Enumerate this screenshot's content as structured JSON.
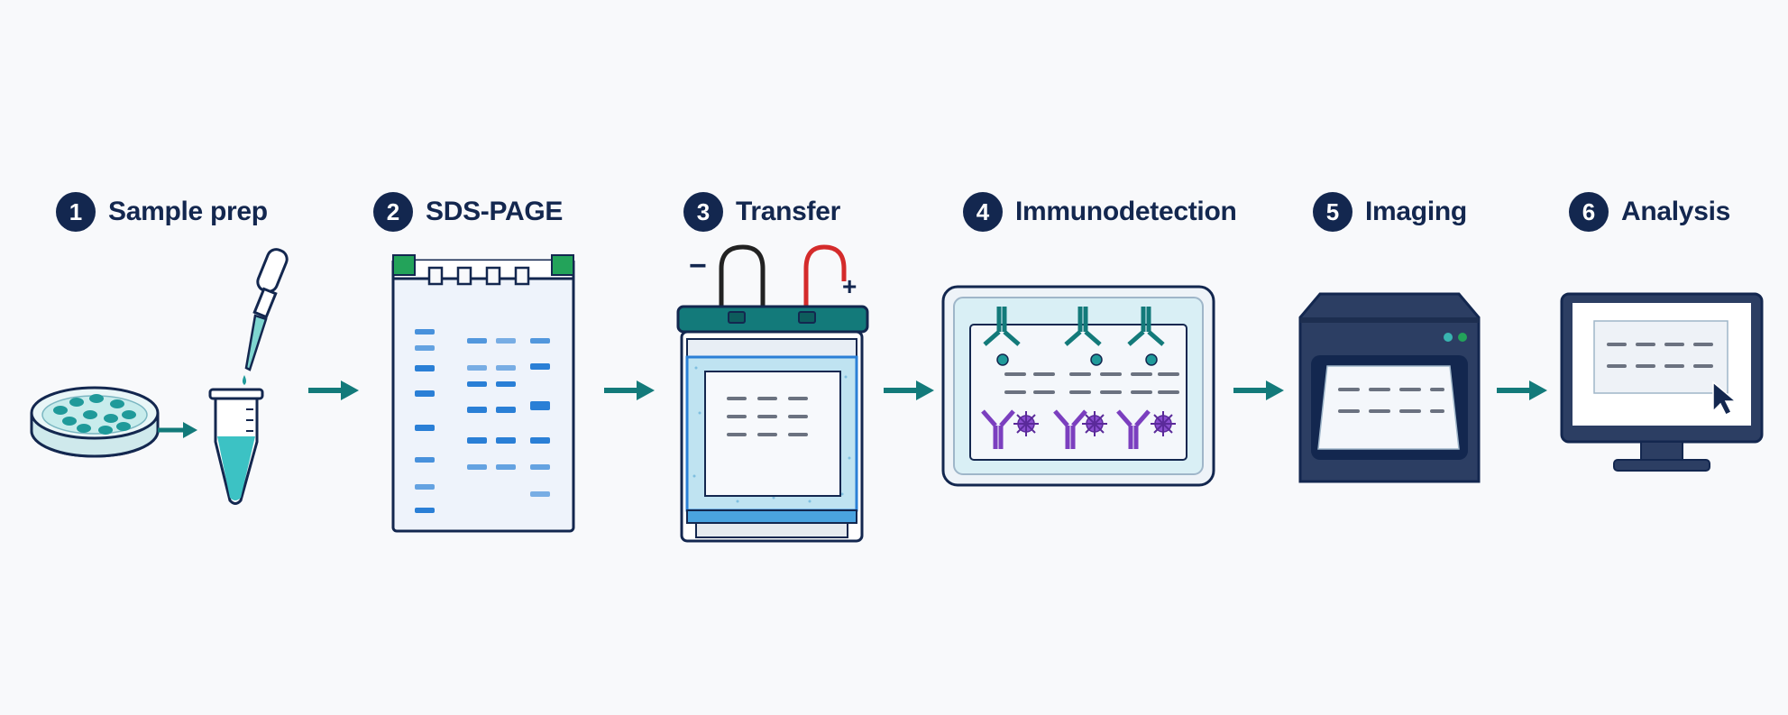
{
  "colors": {
    "navy": "#13274f",
    "teal": "#137a7a",
    "teal_light": "#39b4b0",
    "blue": "#2a7fd6",
    "purple": "#7b3fbf",
    "green": "#23a35a",
    "red": "#d42b2b",
    "background": "#f8f9fb"
  },
  "steps": [
    {
      "number": "1",
      "title": "Sample prep",
      "icon": "petri-dish-pipette-tube-icon"
    },
    {
      "number": "2",
      "title": "SDS-PAGE",
      "icon": "gel-icon"
    },
    {
      "number": "3",
      "title": "Transfer",
      "icon": "transfer-cassette-icon"
    },
    {
      "number": "4",
      "title": "Immunodetection",
      "icon": "antibody-tray-icon"
    },
    {
      "number": "5",
      "title": "Imaging",
      "icon": "imager-icon"
    },
    {
      "number": "6",
      "title": "Analysis",
      "icon": "monitor-icon"
    }
  ],
  "electrodes": {
    "negative": "−",
    "positive": "+"
  }
}
